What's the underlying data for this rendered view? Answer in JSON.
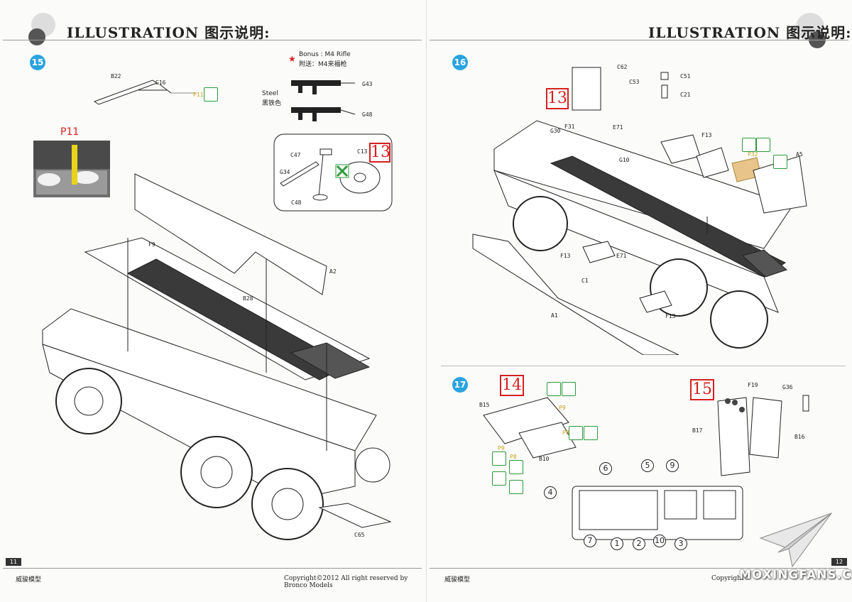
{
  "header": {
    "left_title": "ILLUSTRATION 图示说明:",
    "right_title": "ILLUSTRATION 图示说明:"
  },
  "step15": {
    "number": "15",
    "bonus_line1": "Bonus : M4 Rifle",
    "bonus_line2": "附送：M4来福枪",
    "steel_en": "Steel",
    "steel_cn": "黑铁色",
    "parts": [
      "B22",
      "G16",
      "P11",
      "G43",
      "G48",
      "C47",
      "C13",
      "G34",
      "C48",
      "F9",
      "A2",
      "B28",
      "C65"
    ],
    "inset_label": "P11",
    "color_box": "13"
  },
  "step16": {
    "number": "16",
    "color_box": "13",
    "parts": [
      "C62",
      "C51",
      "C53",
      "C21",
      "G30",
      "F31",
      "E71",
      "F13",
      "G10",
      "P32",
      "A5",
      "F13",
      "E71",
      "C1",
      "A1",
      "F13"
    ]
  },
  "step17": {
    "number": "17",
    "color_box_a": "14",
    "color_box_b": "15",
    "parts": [
      "B15",
      "P9",
      "P8",
      "P9",
      "P8",
      "B10",
      "F19",
      "G36",
      "B17",
      "B16"
    ],
    "callouts": [
      "6",
      "5",
      "9",
      "4",
      "7",
      "1",
      "2",
      "10",
      "3"
    ]
  },
  "footer": {
    "left_brand": "威骏模型",
    "left_copyright": "Copyright©2012  All right reserved by Bronco Models",
    "right_brand": "威骏模型",
    "right_copyright": "Copyright©",
    "left_page": "11",
    "right_page": "12",
    "watermark": "MOXINGFANS.COM"
  },
  "colors": {
    "step_badge": "#2aa3e0",
    "color_box": "#d42020",
    "inset_part": "#e8d21a",
    "decal_icon": "#2a9a3a"
  }
}
